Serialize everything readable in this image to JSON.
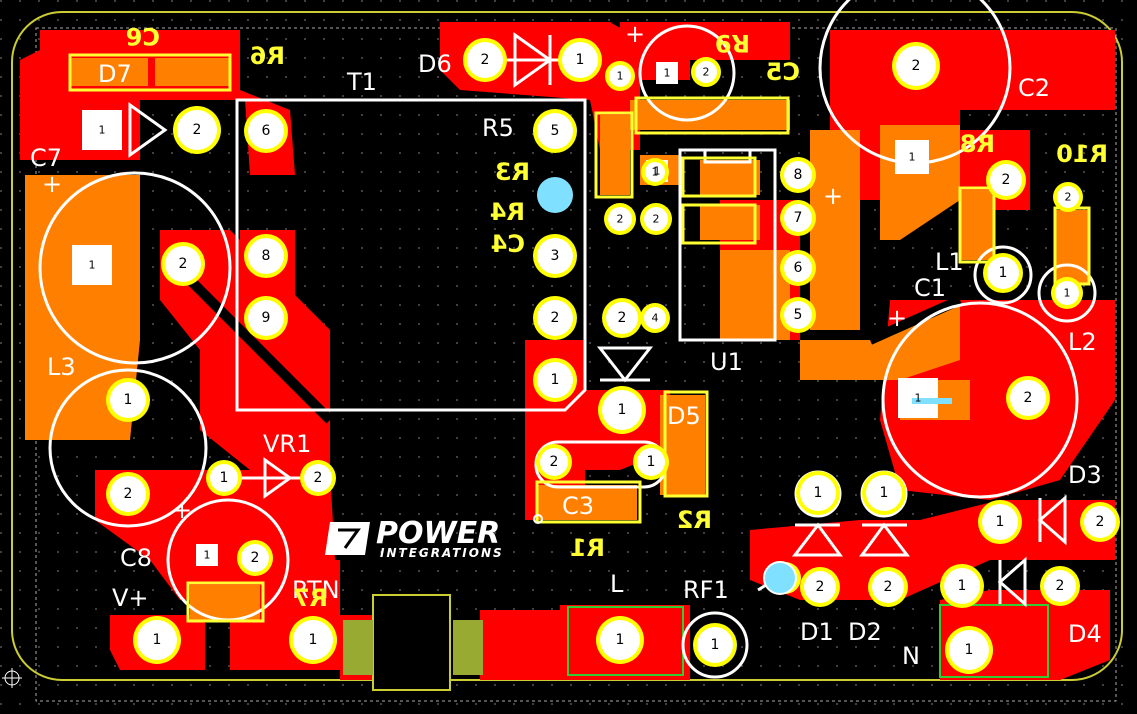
{
  "colors": {
    "background": "#000000",
    "copper_top": "#ff0000",
    "copper_bottom": "#ff8000",
    "silkscreen": "#ffffff",
    "silkscreen_bottom": "#ffff00",
    "pad_ring": "#ffff00",
    "via": "#80e0ff",
    "outline": "#cccc33",
    "keepout": "#33cc33"
  },
  "logo": {
    "line1": "POWER",
    "line2": "INTEGRATIONS"
  },
  "labels_top": {
    "T1": "T1",
    "D7": "D7",
    "D6": "D6",
    "R5": "R5",
    "C7": "C7",
    "C2": "C2",
    "C1": "C1",
    "L1": "L1",
    "L2": "L2",
    "L3": "L3",
    "U1": "U1",
    "VR1": "VR1",
    "C8": "C8",
    "C3": "C3",
    "D5": "D5",
    "D3": "D3",
    "D4": "D4",
    "D1": "D1",
    "D2": "D2",
    "RF1": "RF1",
    "L": "L",
    "N": "N",
    "Vplus": "V+",
    "RTN": "RTN"
  },
  "labels_bottom": {
    "C6": "C6",
    "R6": "R6",
    "R9": "R9",
    "C5": "C5",
    "R8": "R8",
    "R10": "R10",
    "R3": "R3",
    "R4": "R4",
    "C4": "C4",
    "R2": "R2",
    "R1": "R1",
    "R7": "R7"
  },
  "polarity_plus": "+",
  "pad_numbers": {
    "one": "1",
    "two": "2",
    "three": "3",
    "four": "4",
    "five": "5",
    "six": "6",
    "seven": "7",
    "eight": "8",
    "nine": "9"
  }
}
